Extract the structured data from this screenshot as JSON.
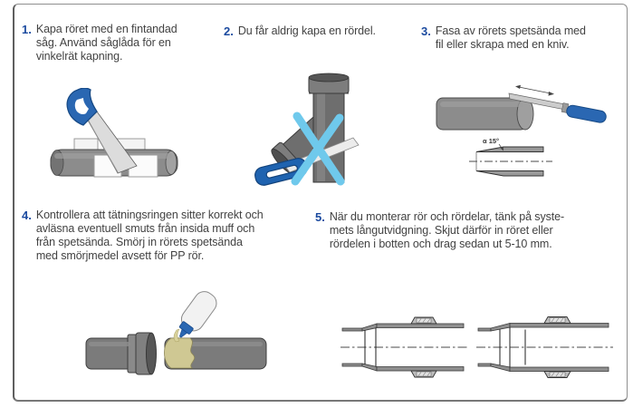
{
  "figure": {
    "language": "sv",
    "background": "#ffffff",
    "border_color": "#8f8f8f"
  },
  "colors": {
    "step_number_blue": "#1b4a9f",
    "body_text": "#424242",
    "tool_handle_blue": "#2a67b2",
    "prohibition_x_blue": "#6fc9ec",
    "pipe_gray": "#8a8a8a",
    "lubricant_yellow": "#cfc893"
  },
  "steps": [
    {
      "number": "1.",
      "text": "Kapa röret med en fintandad\nsåg. Använd såglåda för en\nvinkelrät kapning.",
      "illustration": "saw-cutting-pipe-in-miter-box"
    },
    {
      "number": "2.",
      "text": "Du får aldrig kapa en rördel.",
      "illustration": "branch-fitting-with-saw-crossed-out"
    },
    {
      "number": "3.",
      "text": "Fasa av rörets spetsända med\nfil eller skrapa med en kniv.",
      "angle_label": "α 15°",
      "illustration": "file-chamfering-pipe-end-with-technical-drawing"
    },
    {
      "number": "4.",
      "text": "Kontrollera att tätningsringen sitter korrekt och\navläsna eventuell smuts från insida muff och\nfrån spetsända. Smörj in rörets spetsända\nmed smörjmedel avsett för PP rör.",
      "illustration": "lubricant-bottle-applied-to-pipe-end"
    },
    {
      "number": "5.",
      "text": "När du monterar rör och rördelar, tänk på syste-\nmets långutvidgning. Skjut därför in röret eller\nrördelen i botten och drag sedan ut 5-10 mm.",
      "illustration": "pipe-joint-cross-sections-inserted-and-pulled-back"
    }
  ]
}
